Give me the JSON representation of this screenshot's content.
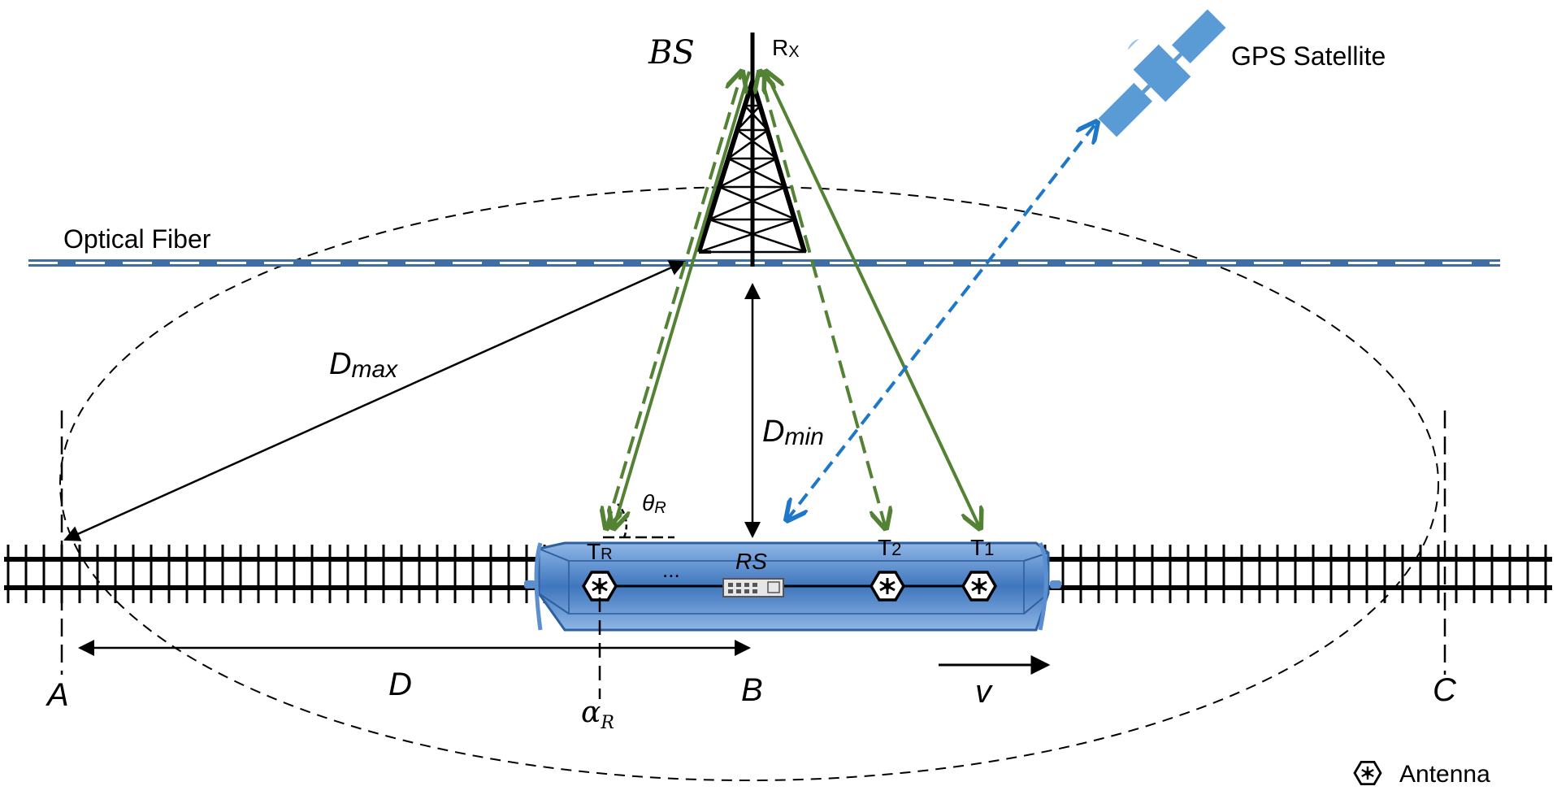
{
  "labels": {
    "bs": "BS",
    "rx_main": "R",
    "rx_sub": "X",
    "gps": "GPS Satellite",
    "optical_fiber": "Optical Fiber",
    "dmax_main": "D",
    "dmax_sub": "max",
    "dmin_main": "D",
    "dmin_sub": "min",
    "theta_main": "θ",
    "theta_sub": "R",
    "tr_main": "T",
    "tr_sub": "R",
    "t2_main": "T",
    "t2_sub": "2",
    "t1_main": "T",
    "t1_sub": "1",
    "rs": "RS",
    "ellipsis": "...",
    "point_a": "A",
    "point_b": "B",
    "point_c": "C",
    "distance_d": "D",
    "alpha_main": "α",
    "alpha_sub": "R",
    "velocity": "v",
    "legend_antenna": "Antenna"
  },
  "colors": {
    "fiber": "#3f6ea6",
    "train_body": "#5b8fd0",
    "train_edge": "#2e5f9e",
    "signal_green": "#548235",
    "gps_blue": "#1f77c8",
    "satellite": "#5b9bd5"
  },
  "icons": {
    "antenna": "antenna-icon",
    "tower": "tower-icon",
    "satellite": "satellite-icon",
    "relay": "relay-station-icon"
  }
}
